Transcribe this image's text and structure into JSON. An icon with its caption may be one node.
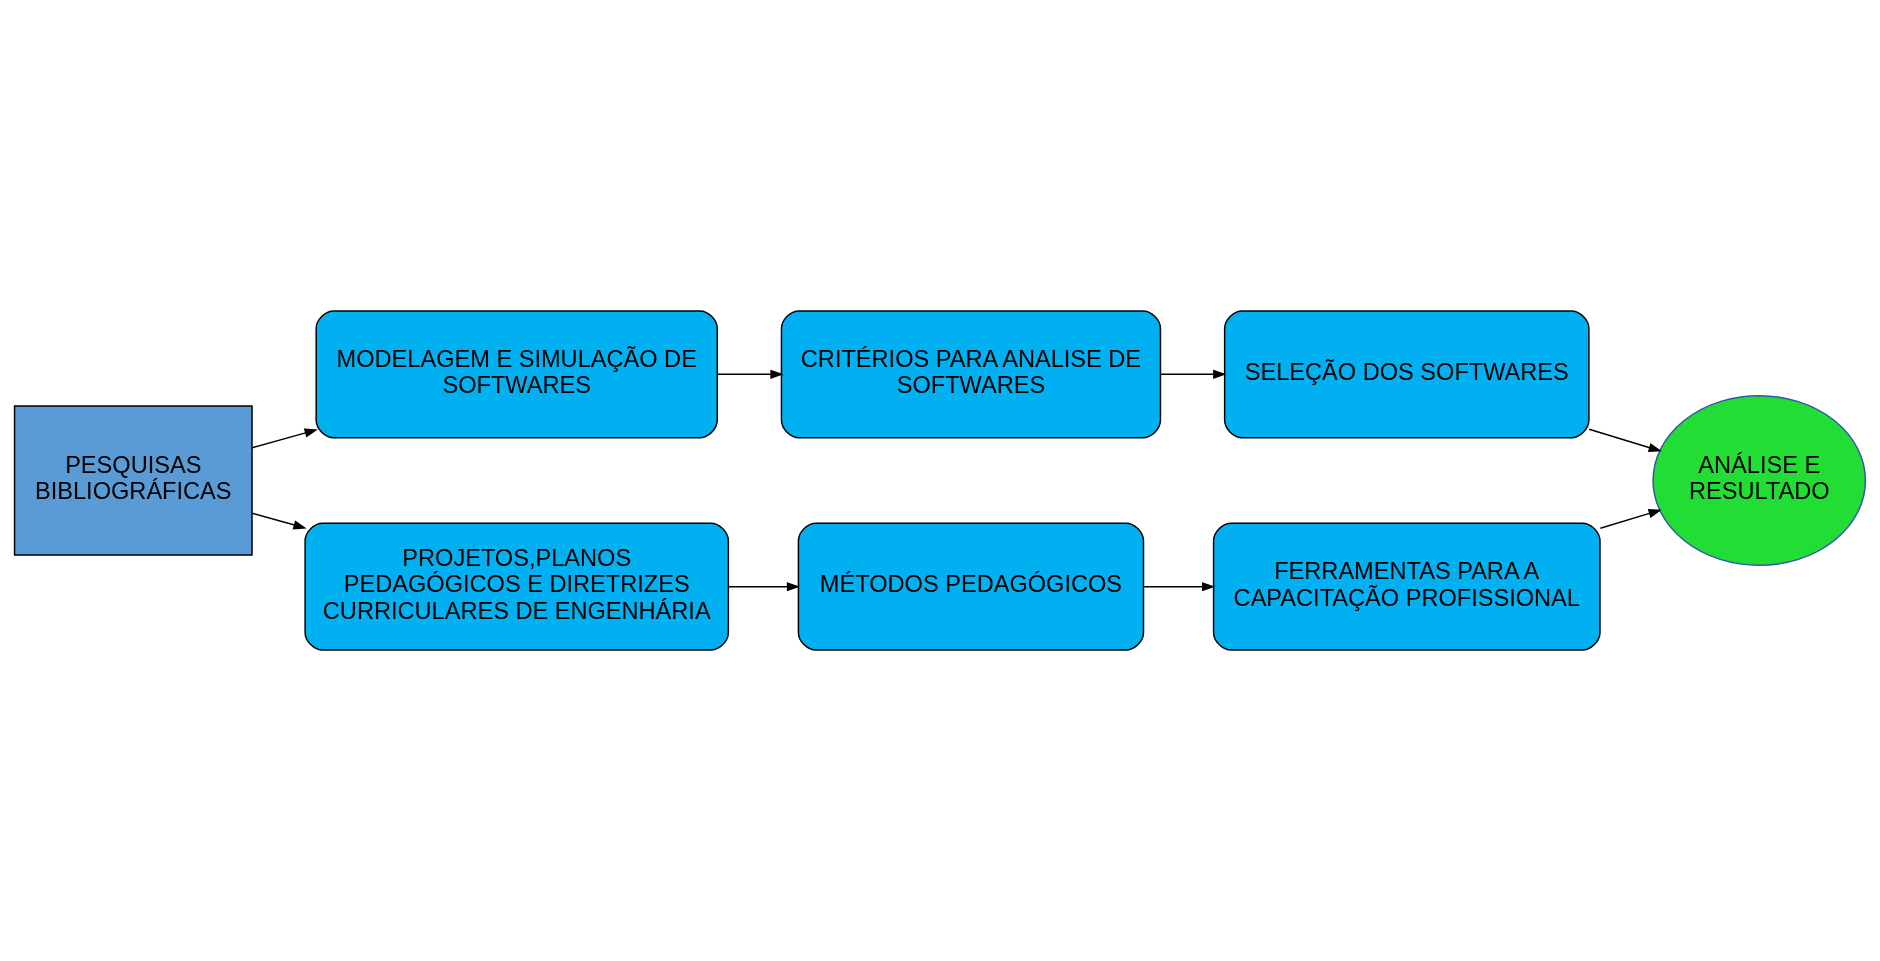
{
  "diagram": {
    "nodes": [
      {
        "text": [
          "PESQUISAS BIBLIOGRÁFICAS"
        ]
      },
      {
        "text": [
          "MODELAGEM E SIMULAÇÃO DE SOFTWARES"
        ]
      },
      {
        "text": [
          "CRITÉRIOS PARA ANALISE DE SOFTWARES"
        ]
      },
      {
        "text": [
          "SELEÇÃO DOS SOFTWARES"
        ]
      },
      {
        "text": [
          "ANÁLISE E RESULTADO"
        ]
      },
      {
        "text": [
          "PROJETOS,PLANOS PEDAGÓGICOS E DIRETRIZES CURRICULARES DE ENGENHÁRIA"
        ]
      },
      {
        "text": [
          "MÉTODOS PEDAGÓGICOS"
        ]
      },
      {
        "text": [
          "FERRAMENTAS PARA A CAPACITAÇÃO PROFISSIONAL"
        ]
      }
    ],
    "edges": [
      {
        "from": 0,
        "to": 1,
        "arrow": "to"
      },
      {
        "from": 1,
        "to": 2,
        "arrow": "to"
      },
      {
        "from": 2,
        "to": 3,
        "arrow": "to"
      },
      {
        "from": 3,
        "to": 4,
        "arrow": "to"
      },
      {
        "from": 0,
        "to": 5,
        "arrow": "to"
      },
      {
        "from": 5,
        "to": 6,
        "arrow": "to"
      },
      {
        "from": 6,
        "to": 7,
        "arrow": "to"
      },
      {
        "from": 7,
        "to": 4,
        "arrow": "to"
      }
    ]
  }
}
